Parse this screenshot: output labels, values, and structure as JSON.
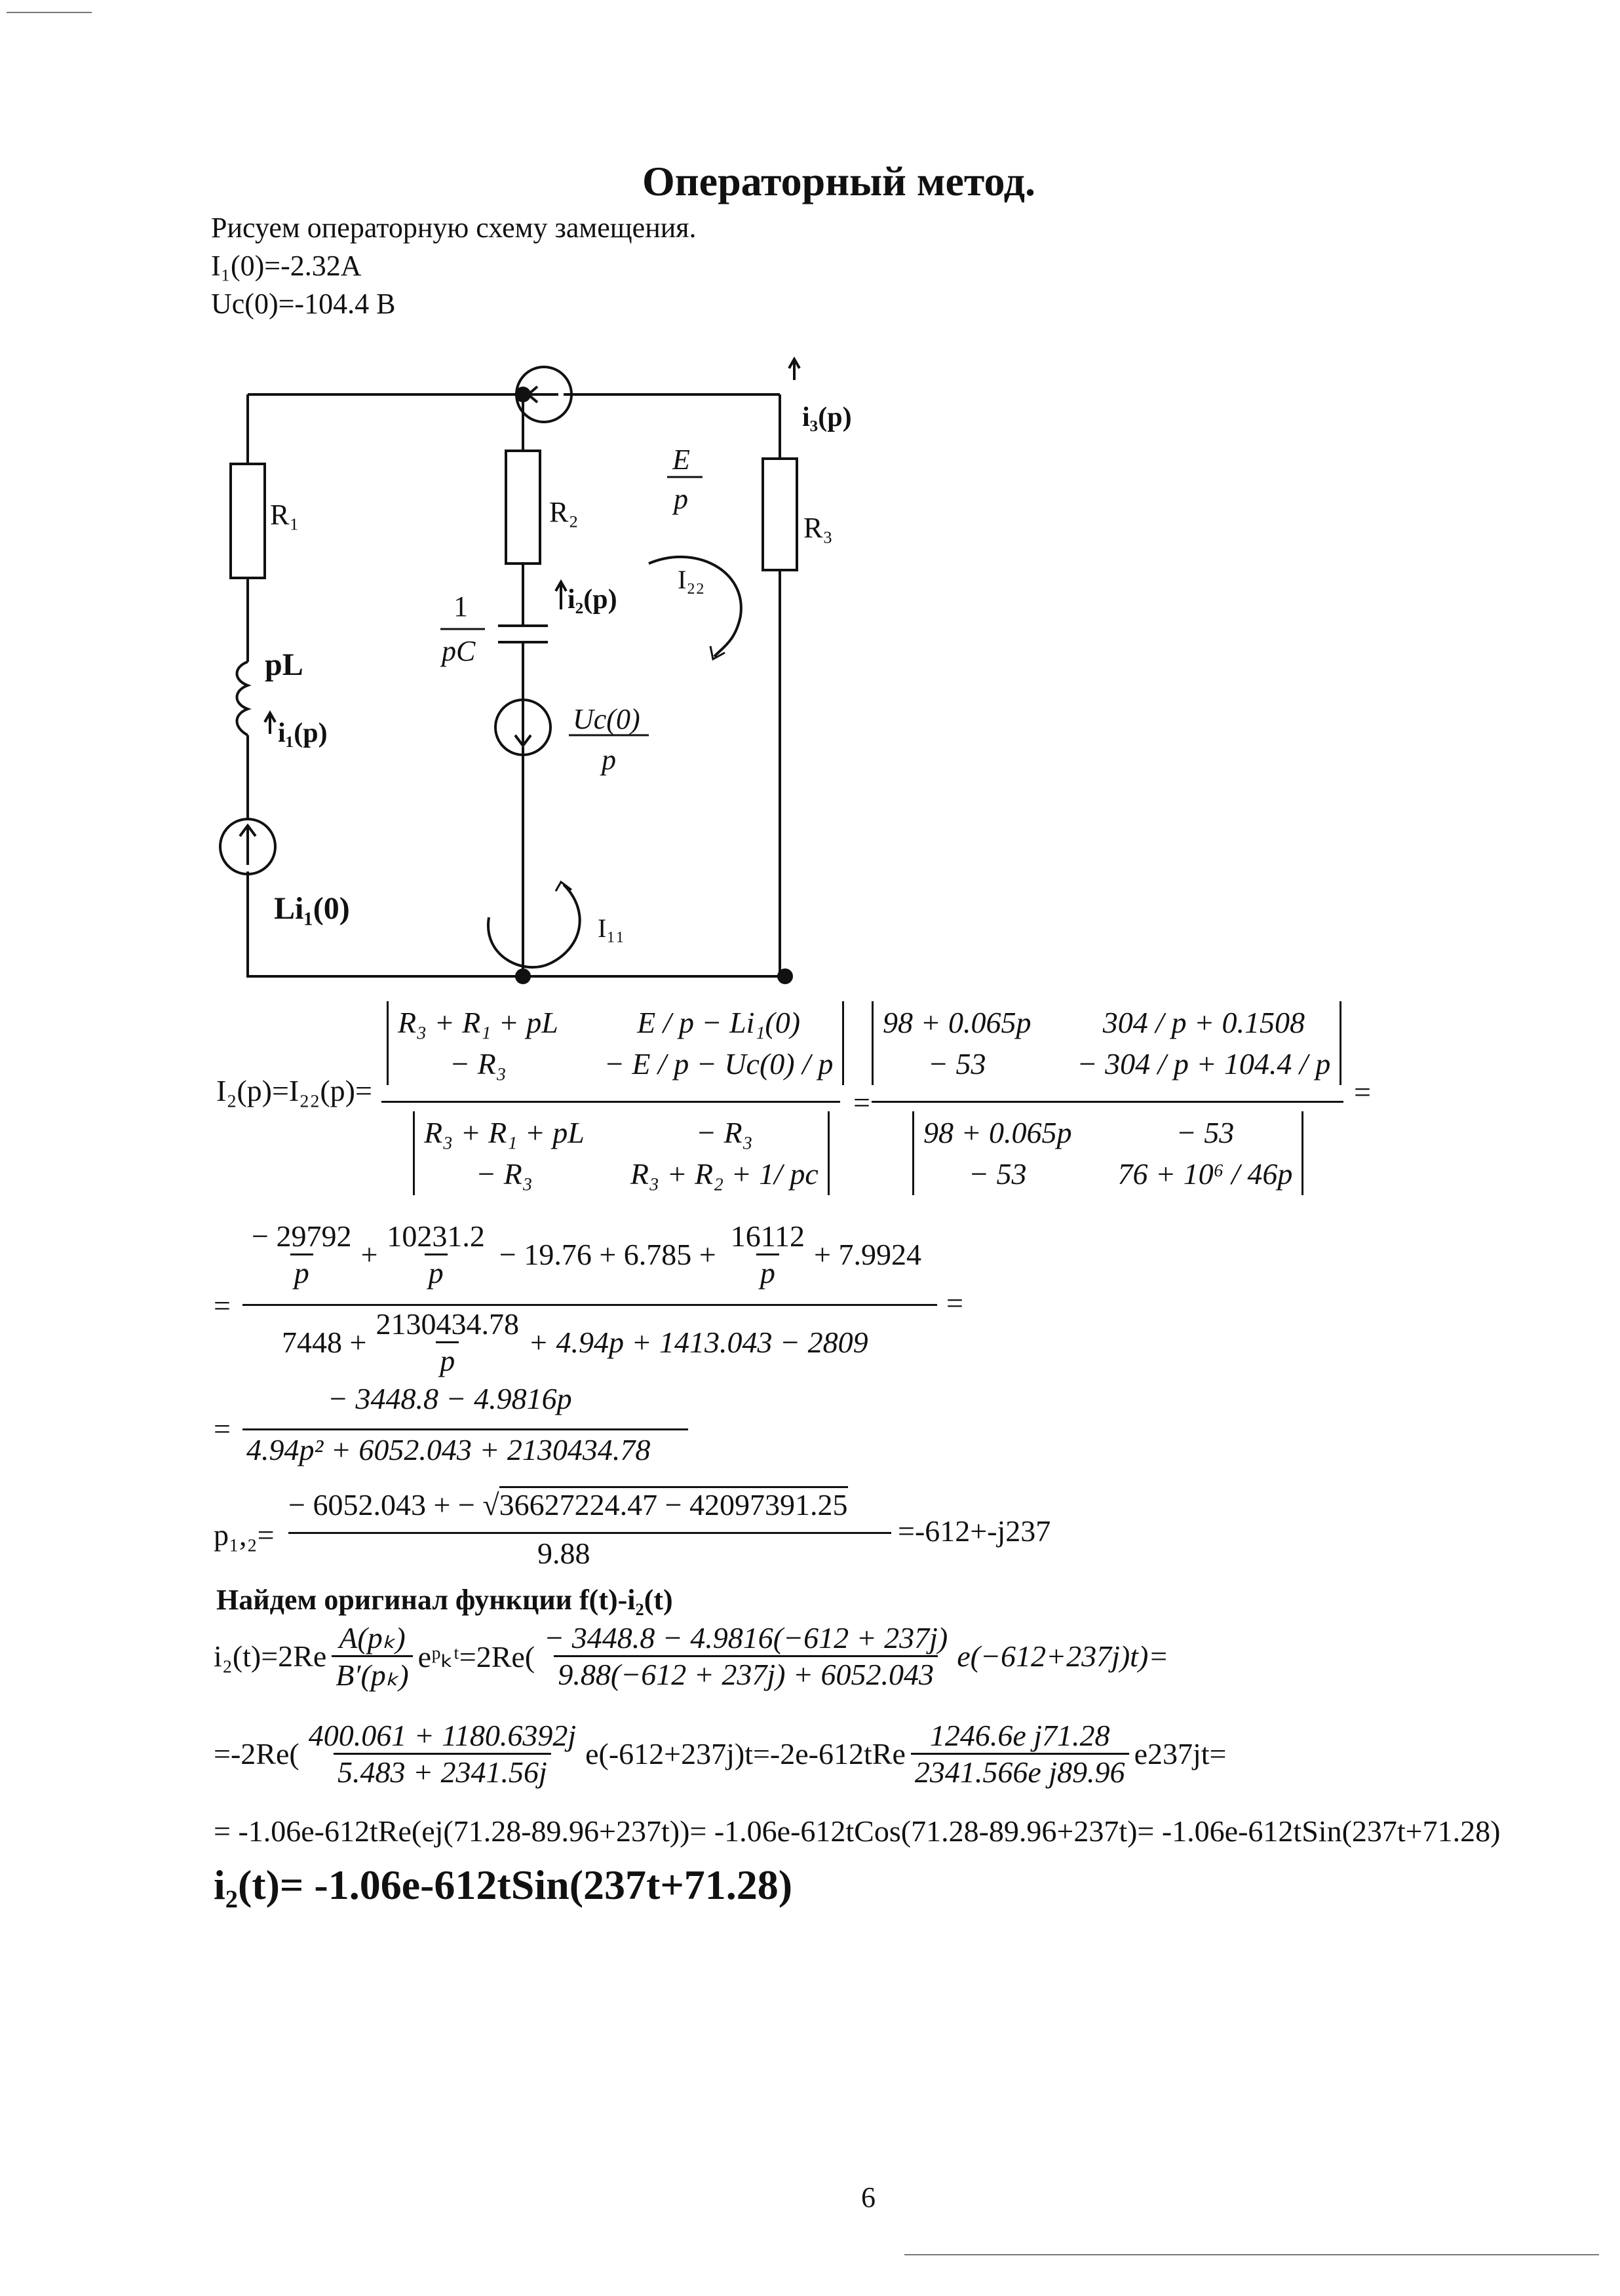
{
  "title": "Операторный метод.",
  "intro": "Рисуем операторную схему замещения.",
  "initial_i1": "I₁(0)=-2.32A",
  "initial_uc": "Uc(0)=-104.4 В",
  "circuit": {
    "r1": "R₁",
    "r2": "R₂",
    "r3": "R₃",
    "pl": "pL",
    "i1p": "i₁(p)",
    "i2p": "i₂(p)",
    "i3p": "i₃(p)",
    "li10": "Li₁(0)",
    "cap_num": "1",
    "cap_den": "pC",
    "uc_num": "Uc(0)",
    "uc_den": "p",
    "e_num": "E",
    "e_den": "p",
    "i11": "I₁₁",
    "i22": "I₂₂"
  },
  "eq1": {
    "lhs": "I₂(p)=I₂₂(p)=",
    "top_det": [
      "R₃ + R₁ + pL",
      "E / p − Li₁(0)",
      "− R₃",
      "− E / p − Uc(0) / p"
    ],
    "bot_det": [
      "R₃ + R₁ + pL",
      "− R₃",
      "− R₃",
      "R₃ + R₂ + 1/ pc"
    ],
    "eq": "=",
    "top_det2": [
      "98 + 0.065p",
      "304 / p + 0.1508",
      "− 53",
      "− 304 / p + 104.4 / p"
    ],
    "bot_det2": [
      "98 + 0.065p",
      "− 53",
      "− 53",
      "76 + 10⁶ / 46p"
    ],
    "eq_end": "="
  },
  "eq2": {
    "lead": "=",
    "n1_num": "− 29792",
    "n1_den": "p",
    "plus1": "+",
    "n2_num": "10231.2",
    "n2_den": "p",
    "mid": "− 19.76 + 6.785 +",
    "n3_num": "16112",
    "n3_den": "p",
    "tail": "+ 7.9924",
    "d_start": "7448 +",
    "d_num": "2130434.78",
    "d_den": "p",
    "d_end": "+ 4.94p + 1413.043 − 2809",
    "eq_end": "="
  },
  "eq3": {
    "lead": "=",
    "num": "− 3448.8 − 4.9816p",
    "den": "4.94p² + 6052.043 + 2130434.78"
  },
  "eq4": {
    "lhs": "p₁,₂=",
    "num_a": "− 6052.043 + −",
    "num_sqrt": "36627224.47 − 42097391.25",
    "den": "9.88",
    "rhs": "=-612+-j237"
  },
  "heading2": "Найдем оригинал функции f(t)-i₂(t)",
  "eq5": {
    "lhs": "i₂(t)=2Re",
    "f_num": "A(pₖ)",
    "f_den": "B′(pₖ)",
    "exp": "eᵖₖᵗ=2Re(",
    "g_num": "− 3448.8 − 4.9816(−612 + 237j)",
    "g_den": "9.88(−612 + 237j) + 6052.043",
    "tail": "e(−612+237j)t)="
  },
  "eq6": {
    "lead": "=-2Re(",
    "f_num": "400.061 + 1180.6392j",
    "f_den": "5.483 + 2341.56j",
    "mid": "e(-612+237j)t=-2e-612tRe",
    "g_num": "1246.6e j71.28",
    "g_den": "2341.566e j89.96",
    "tail": "e237jt="
  },
  "eq7": "= -1.06e-612tRe(ej(71.28-89.96+237t))= -1.06e-612tCos(71.28-89.96+237t)= -1.06e-612tSin(237t+71.28)",
  "result": "i₂(t)= -1.06e-612tSin(237t+71.28)",
  "page_number": "6"
}
